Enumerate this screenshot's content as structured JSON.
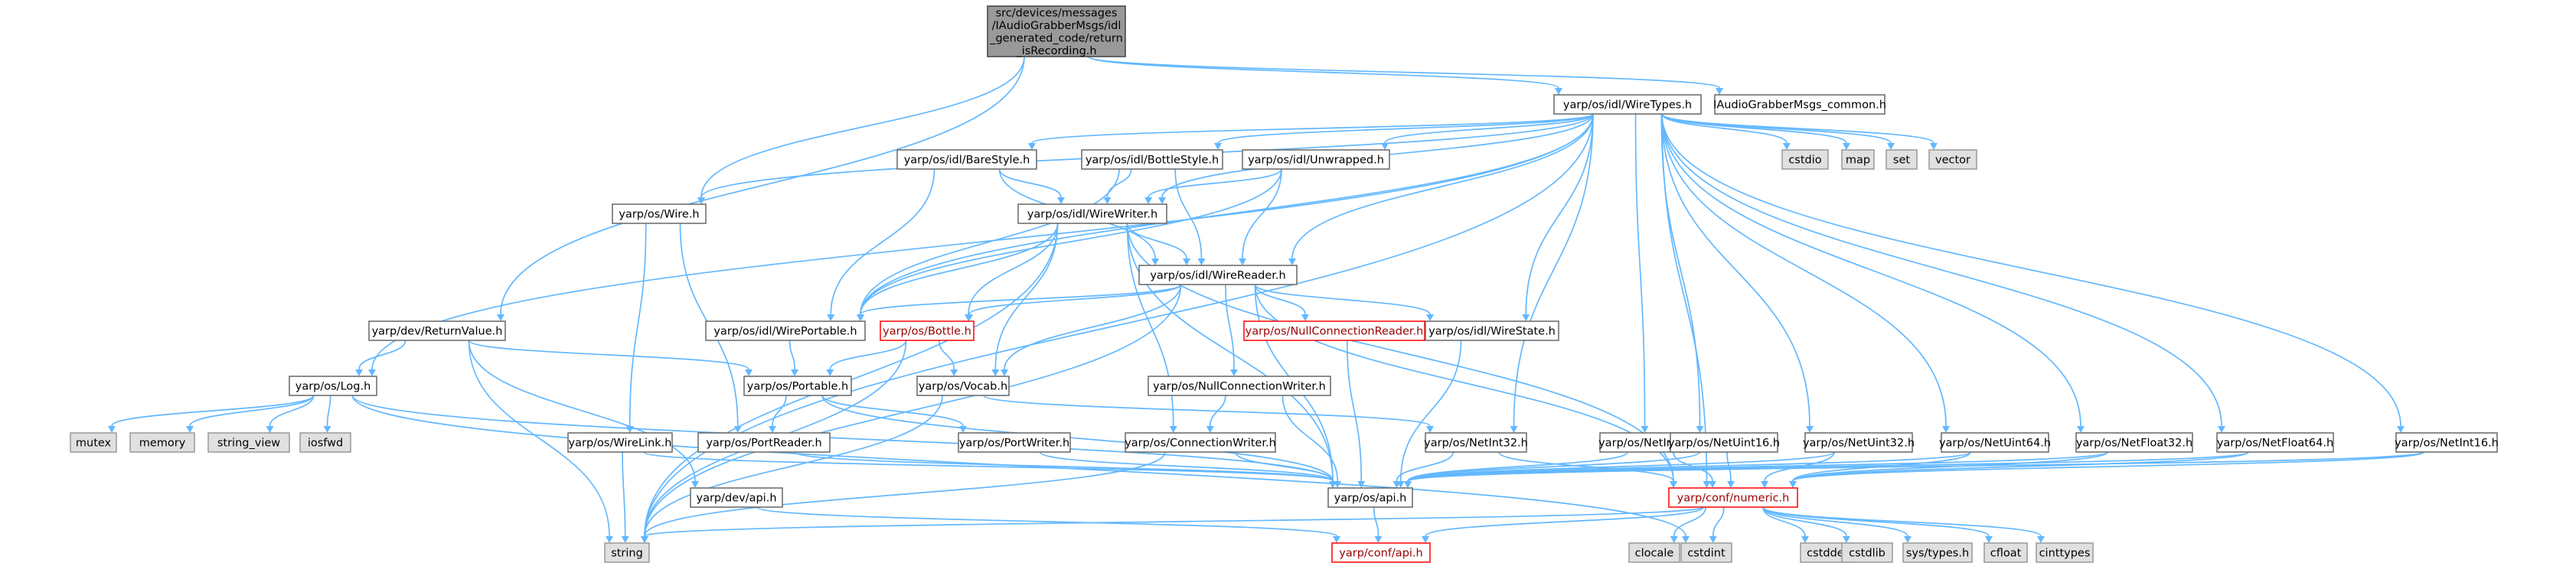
{
  "colors": {
    "edge": "#63b8ff",
    "node_border": "#666666",
    "node_fill": "#ffffff",
    "root_fill": "#999999",
    "root_border": "#404040",
    "system_fill": "#e0e0e0",
    "system_border": "#999999",
    "truncated_border": "#ff0000",
    "text": "#000000",
    "truncated_text": "#9a0000"
  },
  "nodes": [
    {
      "id": "root",
      "kind": "root",
      "lines": [
        "src/devices/messages",
        "/IAudioGrabberMsgs/idl",
        "_generated_code/return",
        "_isRecording.h"
      ]
    },
    {
      "id": "wiretypes",
      "kind": "normal",
      "lines": [
        "yarp/os/idl/WireTypes.h"
      ]
    },
    {
      "id": "iaudiocommon",
      "kind": "normal",
      "lines": [
        "IAudioGrabberMsgs_common.h"
      ]
    },
    {
      "id": "barestyle",
      "kind": "normal",
      "lines": [
        "yarp/os/idl/BareStyle.h"
      ]
    },
    {
      "id": "bottlestyle",
      "kind": "normal",
      "lines": [
        "yarp/os/idl/BottleStyle.h"
      ]
    },
    {
      "id": "unwrapped",
      "kind": "normal",
      "lines": [
        "yarp/os/idl/Unwrapped.h"
      ]
    },
    {
      "id": "cstdio",
      "kind": "system",
      "lines": [
        "cstdio"
      ]
    },
    {
      "id": "map",
      "kind": "system",
      "lines": [
        "map"
      ]
    },
    {
      "id": "set",
      "kind": "system",
      "lines": [
        "set"
      ]
    },
    {
      "id": "vector",
      "kind": "system",
      "lines": [
        "vector"
      ]
    },
    {
      "id": "wire",
      "kind": "normal",
      "lines": [
        "yarp/os/Wire.h"
      ]
    },
    {
      "id": "wirewriter",
      "kind": "normal",
      "lines": [
        "yarp/os/idl/WireWriter.h"
      ]
    },
    {
      "id": "wirereader",
      "kind": "normal",
      "lines": [
        "yarp/os/idl/WireReader.h"
      ]
    },
    {
      "id": "returnvalue",
      "kind": "normal",
      "lines": [
        "yarp/dev/ReturnValue.h"
      ]
    },
    {
      "id": "wireportable",
      "kind": "normal",
      "lines": [
        "yarp/os/idl/WirePortable.h"
      ]
    },
    {
      "id": "bottle",
      "kind": "truncated",
      "lines": [
        "yarp/os/Bottle.h"
      ]
    },
    {
      "id": "nullconnreader",
      "kind": "truncated",
      "lines": [
        "yarp/os/NullConnectionReader.h"
      ]
    },
    {
      "id": "wirestate",
      "kind": "normal",
      "lines": [
        "yarp/os/idl/WireState.h"
      ]
    },
    {
      "id": "log",
      "kind": "normal",
      "lines": [
        "yarp/os/Log.h"
      ]
    },
    {
      "id": "portable",
      "kind": "normal",
      "lines": [
        "yarp/os/Portable.h"
      ]
    },
    {
      "id": "vocab",
      "kind": "normal",
      "lines": [
        "yarp/os/Vocab.h"
      ]
    },
    {
      "id": "nullconnwriter",
      "kind": "normal",
      "lines": [
        "yarp/os/NullConnectionWriter.h"
      ]
    },
    {
      "id": "mutex",
      "kind": "system",
      "lines": [
        "mutex"
      ]
    },
    {
      "id": "memory",
      "kind": "system",
      "lines": [
        "memory"
      ]
    },
    {
      "id": "string_view",
      "kind": "system",
      "lines": [
        "string_view"
      ]
    },
    {
      "id": "iosfwd",
      "kind": "system",
      "lines": [
        "iosfwd"
      ]
    },
    {
      "id": "wirelink",
      "kind": "normal",
      "lines": [
        "yarp/os/WireLink.h"
      ]
    },
    {
      "id": "portreader",
      "kind": "normal",
      "lines": [
        "yarp/os/PortReader.h"
      ]
    },
    {
      "id": "portwriter",
      "kind": "normal",
      "lines": [
        "yarp/os/PortWriter.h"
      ]
    },
    {
      "id": "connwriter",
      "kind": "normal",
      "lines": [
        "yarp/os/ConnectionWriter.h"
      ]
    },
    {
      "id": "netint32",
      "kind": "normal",
      "lines": [
        "yarp/os/NetInt32.h"
      ]
    },
    {
      "id": "netint64",
      "kind": "normal",
      "lines": [
        "yarp/os/NetInt64.h"
      ]
    },
    {
      "id": "netuint16",
      "kind": "normal",
      "lines": [
        "yarp/os/NetUint16.h"
      ]
    },
    {
      "id": "netuint32",
      "kind": "normal",
      "lines": [
        "yarp/os/NetUint32.h"
      ]
    },
    {
      "id": "netuint64",
      "kind": "normal",
      "lines": [
        "yarp/os/NetUint64.h"
      ]
    },
    {
      "id": "netfloat32",
      "kind": "normal",
      "lines": [
        "yarp/os/NetFloat32.h"
      ]
    },
    {
      "id": "netfloat64",
      "kind": "normal",
      "lines": [
        "yarp/os/NetFloat64.h"
      ]
    },
    {
      "id": "netint16",
      "kind": "normal",
      "lines": [
        "yarp/os/NetInt16.h"
      ]
    },
    {
      "id": "devapi",
      "kind": "normal",
      "lines": [
        "yarp/dev/api.h"
      ]
    },
    {
      "id": "osapi",
      "kind": "normal",
      "lines": [
        "yarp/os/api.h"
      ]
    },
    {
      "id": "numeric",
      "kind": "truncated",
      "lines": [
        "yarp/conf/numeric.h"
      ]
    },
    {
      "id": "string",
      "kind": "system",
      "lines": [
        "string"
      ]
    },
    {
      "id": "confapi",
      "kind": "truncated",
      "lines": [
        "yarp/conf/api.h"
      ]
    },
    {
      "id": "clocale",
      "kind": "system",
      "lines": [
        "clocale"
      ]
    },
    {
      "id": "cstdint",
      "kind": "system",
      "lines": [
        "cstdint"
      ]
    },
    {
      "id": "cstddef",
      "kind": "system",
      "lines": [
        "cstddef"
      ]
    },
    {
      "id": "cstdlib",
      "kind": "system",
      "lines": [
        "cstdlib"
      ]
    },
    {
      "id": "systypes",
      "kind": "system",
      "lines": [
        "sys/types.h"
      ]
    },
    {
      "id": "cfloat",
      "kind": "system",
      "lines": [
        "cfloat"
      ]
    },
    {
      "id": "cinttypes",
      "kind": "system",
      "lines": [
        "cinttypes"
      ]
    }
  ],
  "edges": [
    [
      "root",
      "wiretypes"
    ],
    [
      "root",
      "iaudiocommon"
    ],
    [
      "root",
      "wire"
    ],
    [
      "root",
      "returnvalue"
    ],
    [
      "wiretypes",
      "barestyle"
    ],
    [
      "wiretypes",
      "bottlestyle"
    ],
    [
      "wiretypes",
      "unwrapped"
    ],
    [
      "wiretypes",
      "cstdio"
    ],
    [
      "wiretypes",
      "map"
    ],
    [
      "wiretypes",
      "set"
    ],
    [
      "wiretypes",
      "vector"
    ],
    [
      "wiretypes",
      "wire"
    ],
    [
      "wiretypes",
      "wirewriter"
    ],
    [
      "wiretypes",
      "wirereader"
    ],
    [
      "wiretypes",
      "wireportable"
    ],
    [
      "wiretypes",
      "wirestate"
    ],
    [
      "wiretypes",
      "log"
    ],
    [
      "wiretypes",
      "netint32"
    ],
    [
      "wiretypes",
      "netint64"
    ],
    [
      "wiretypes",
      "netuint16"
    ],
    [
      "wiretypes",
      "netuint32"
    ],
    [
      "wiretypes",
      "netuint64"
    ],
    [
      "wiretypes",
      "netfloat32"
    ],
    [
      "wiretypes",
      "netfloat64"
    ],
    [
      "wiretypes",
      "netint16"
    ],
    [
      "wiretypes",
      "numeric"
    ],
    [
      "wiretypes",
      "string"
    ],
    [
      "barestyle",
      "wirewriter"
    ],
    [
      "barestyle",
      "wirereader"
    ],
    [
      "barestyle",
      "wireportable"
    ],
    [
      "bottlestyle",
      "wirewriter"
    ],
    [
      "bottlestyle",
      "wirereader"
    ],
    [
      "bottlestyle",
      "wireportable"
    ],
    [
      "unwrapped",
      "wirewriter"
    ],
    [
      "unwrapped",
      "wirereader"
    ],
    [
      "unwrapped",
      "wireportable"
    ],
    [
      "wirewriter",
      "wirereader"
    ],
    [
      "wirewriter",
      "wireportable"
    ],
    [
      "wirewriter",
      "bottle"
    ],
    [
      "wirewriter",
      "vocab"
    ],
    [
      "wirewriter",
      "connwriter"
    ],
    [
      "wirewriter",
      "osapi"
    ],
    [
      "wirewriter",
      "string"
    ],
    [
      "wirewriter",
      "numeric"
    ],
    [
      "wirereader",
      "wireportable"
    ],
    [
      "wirereader",
      "bottle"
    ],
    [
      "wirereader",
      "nullconnreader"
    ],
    [
      "wirereader",
      "wirestate"
    ],
    [
      "wirereader",
      "vocab"
    ],
    [
      "wirereader",
      "nullconnwriter"
    ],
    [
      "wirereader",
      "osapi"
    ],
    [
      "wirereader",
      "string"
    ],
    [
      "wirereader",
      "numeric"
    ],
    [
      "wire",
      "wirelink"
    ],
    [
      "wire",
      "portreader"
    ],
    [
      "returnvalue",
      "log"
    ],
    [
      "returnvalue",
      "portable"
    ],
    [
      "returnvalue",
      "devapi"
    ],
    [
      "returnvalue",
      "string"
    ],
    [
      "wireportable",
      "portable"
    ],
    [
      "bottle",
      "portable"
    ],
    [
      "bottle",
      "vocab"
    ],
    [
      "bottle",
      "string"
    ],
    [
      "nullconnreader",
      "osapi"
    ],
    [
      "wirestate",
      "osapi"
    ],
    [
      "log",
      "mutex"
    ],
    [
      "log",
      "memory"
    ],
    [
      "log",
      "string_view"
    ],
    [
      "log",
      "iosfwd"
    ],
    [
      "log",
      "osapi"
    ],
    [
      "log",
      "cstdint"
    ],
    [
      "portable",
      "portreader"
    ],
    [
      "portable",
      "portwriter"
    ],
    [
      "portable",
      "osapi"
    ],
    [
      "vocab",
      "netint32"
    ],
    [
      "vocab",
      "string"
    ],
    [
      "nullconnwriter",
      "connwriter"
    ],
    [
      "nullconnwriter",
      "osapi"
    ],
    [
      "wirelink",
      "osapi"
    ],
    [
      "wirelink",
      "string"
    ],
    [
      "portreader",
      "osapi"
    ],
    [
      "portwriter",
      "osapi"
    ],
    [
      "connwriter",
      "osapi"
    ],
    [
      "connwriter",
      "string"
    ],
    [
      "netint32",
      "osapi"
    ],
    [
      "netint32",
      "numeric"
    ],
    [
      "netint64",
      "osapi"
    ],
    [
      "netint64",
      "numeric"
    ],
    [
      "netuint16",
      "osapi"
    ],
    [
      "netuint16",
      "numeric"
    ],
    [
      "netuint32",
      "osapi"
    ],
    [
      "netuint32",
      "numeric"
    ],
    [
      "netuint64",
      "osapi"
    ],
    [
      "netuint64",
      "numeric"
    ],
    [
      "netfloat32",
      "osapi"
    ],
    [
      "netfloat32",
      "numeric"
    ],
    [
      "netfloat64",
      "osapi"
    ],
    [
      "netfloat64",
      "numeric"
    ],
    [
      "netint16",
      "osapi"
    ],
    [
      "netint16",
      "numeric"
    ],
    [
      "devapi",
      "confapi"
    ],
    [
      "osapi",
      "confapi"
    ],
    [
      "numeric",
      "confapi"
    ],
    [
      "numeric",
      "string"
    ],
    [
      "numeric",
      "clocale"
    ],
    [
      "numeric",
      "cstdint"
    ],
    [
      "numeric",
      "cstddef"
    ],
    [
      "numeric",
      "cstdlib"
    ],
    [
      "numeric",
      "systypes"
    ],
    [
      "numeric",
      "cfloat"
    ],
    [
      "numeric",
      "cinttypes"
    ]
  ]
}
